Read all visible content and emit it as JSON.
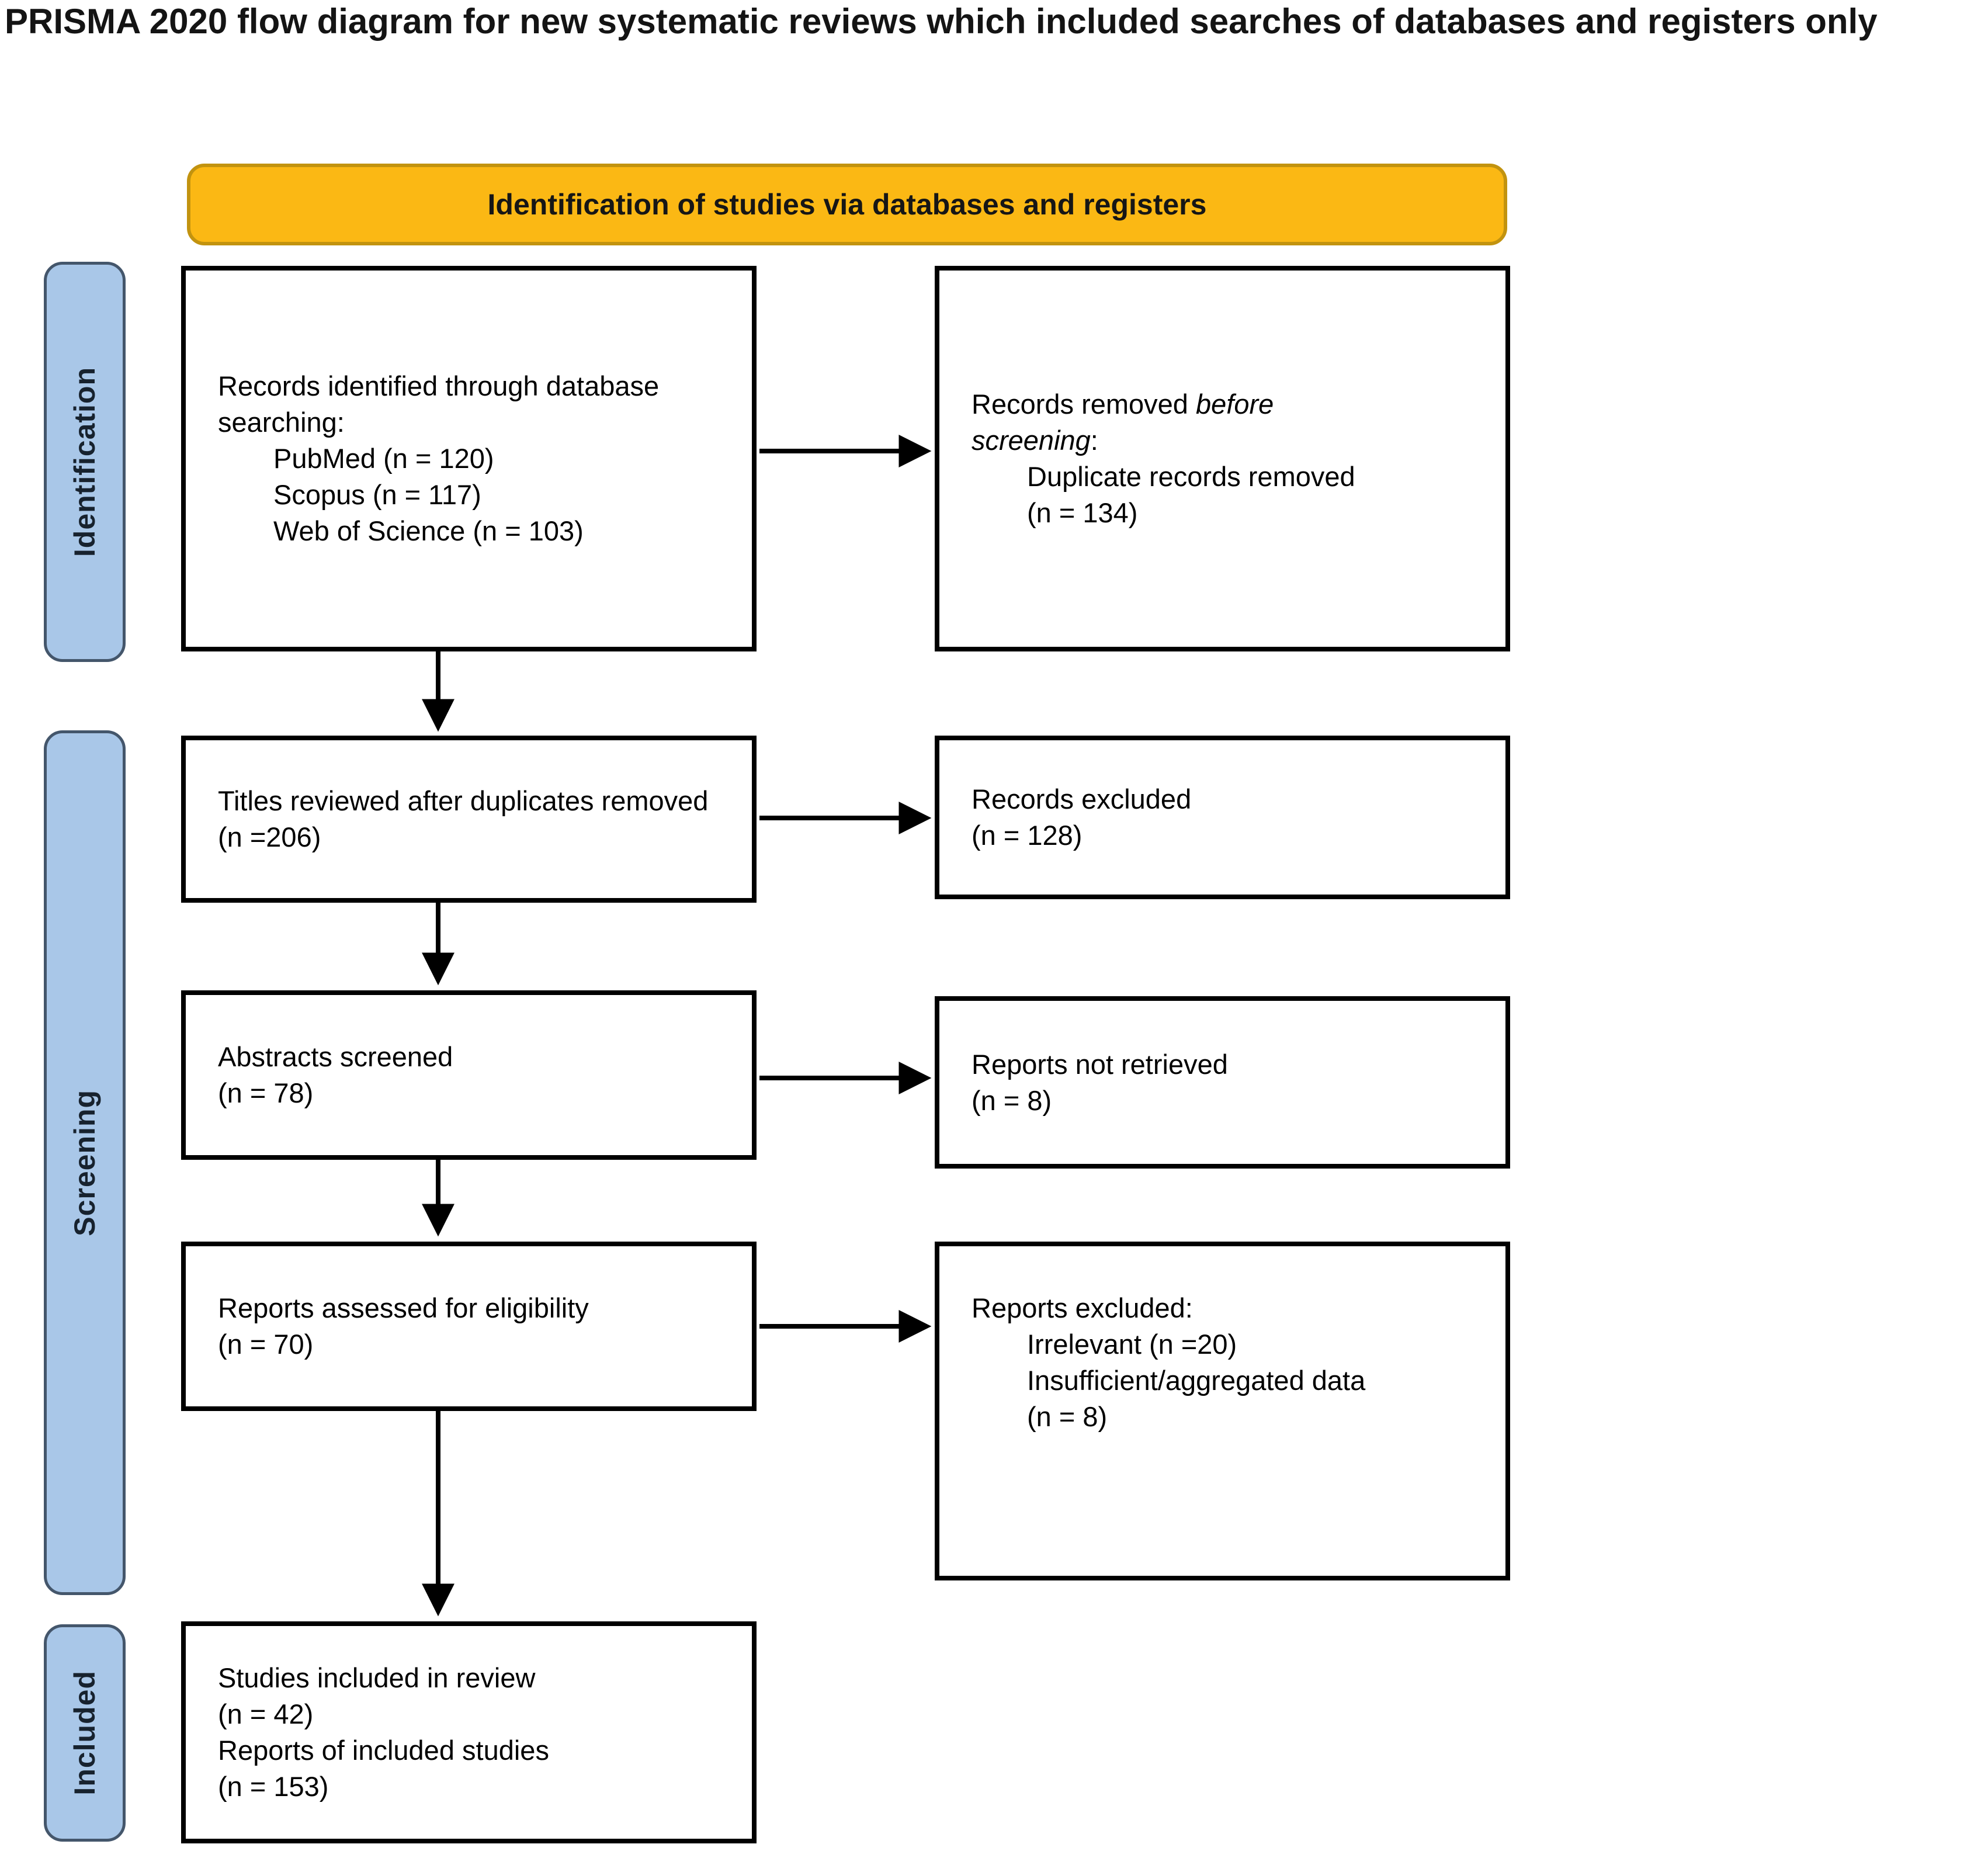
{
  "title": "PRISMA 2020 flow diagram for new systematic reviews which included searches of databases and registers only",
  "banner": {
    "label": "Identification of studies via databases and registers"
  },
  "stages": {
    "identification": "Identification",
    "screening": "Screening",
    "included": "Included"
  },
  "boxes": {
    "records_identified": {
      "intro": "Records identified through database searching:",
      "items": "PubMed (n = 120)\nScopus (n = 117)\nWeb of Science (n = 103)"
    },
    "records_removed": {
      "prefix": "Records removed ",
      "emphasis": "before\nscreening",
      "suffix": ":",
      "items": "Duplicate records removed\n(n = 134)"
    },
    "titles_reviewed": {
      "text": "Titles reviewed after duplicates removed (n =206)"
    },
    "records_excluded": {
      "text": "Records excluded\n(n = 128)"
    },
    "abstracts_screened": {
      "text": "Abstracts screened\n(n = 78)"
    },
    "reports_not_retrieved": {
      "text": "Reports not retrieved\n(n = 8)"
    },
    "reports_assessed": {
      "text": "Reports assessed for eligibility\n(n = 70)"
    },
    "reports_excluded": {
      "intro": "Reports excluded:",
      "items": "Irrelevant (n =20)\nInsufficient/aggregated data\n(n = 8)"
    },
    "studies_included": {
      "text": "Studies included in review\n(n = 42)\nReports of included studies\n(n = 153)"
    }
  },
  "colors": {
    "banner_bg": "#FBB814",
    "banner_border": "#C2930F",
    "stage_bg": "#A9C7E8",
    "stage_border": "#44566B",
    "box_border": "#000000",
    "arrow": "#000000"
  }
}
